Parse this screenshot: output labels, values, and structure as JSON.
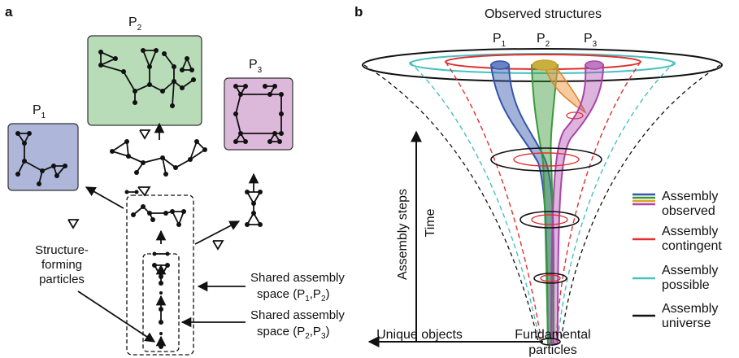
{
  "panel_a": {
    "label": "a",
    "products": [
      {
        "name": "P",
        "sub": "1",
        "color": "#aeb6da"
      },
      {
        "name": "P",
        "sub": "2",
        "color": "#b8dcb8"
      },
      {
        "name": "P",
        "sub": "3",
        "color": "#dcb8da"
      }
    ],
    "particles_label_1": "Structure-",
    "particles_label_2": "forming",
    "particles_label_3": "particles",
    "shared_12_line1": "Shared assembly",
    "shared_12_line2": "space (P",
    "shared_12_sub1": "1",
    "shared_12_mid": ",P",
    "shared_12_sub2": "2",
    "shared_12_end": ")",
    "shared_23_line1": "Shared assembly",
    "shared_23_line2": "space (P",
    "shared_23_sub1": "2",
    "shared_23_mid": ",P",
    "shared_23_sub2": "3",
    "shared_23_end": ")"
  },
  "panel_b": {
    "label": "b",
    "title": "Observed structures",
    "paths": [
      {
        "name": "P",
        "sub": "1",
        "color": "#3355aa"
      },
      {
        "name": "P",
        "sub": "2",
        "color": "#3a9a3a"
      },
      {
        "name": "P",
        "sub": "3",
        "color": "#aa44aa"
      }
    ],
    "axis_y_outer": "Assembly steps",
    "axis_y_inner": "Time",
    "axis_x": "Unique objects",
    "bottom_1": "Fundamental",
    "bottom_2": "particles"
  },
  "legend": [
    {
      "line1": "Assembly",
      "line2": "observed",
      "color": "multi"
    },
    {
      "line1": "Assembly",
      "line2": "contingent",
      "color": "#e03030"
    },
    {
      "line1": "Assembly",
      "line2": "possible",
      "color": "#49c0c0"
    },
    {
      "line1": "Assembly",
      "line2": "universe",
      "color": "#111111"
    }
  ]
}
